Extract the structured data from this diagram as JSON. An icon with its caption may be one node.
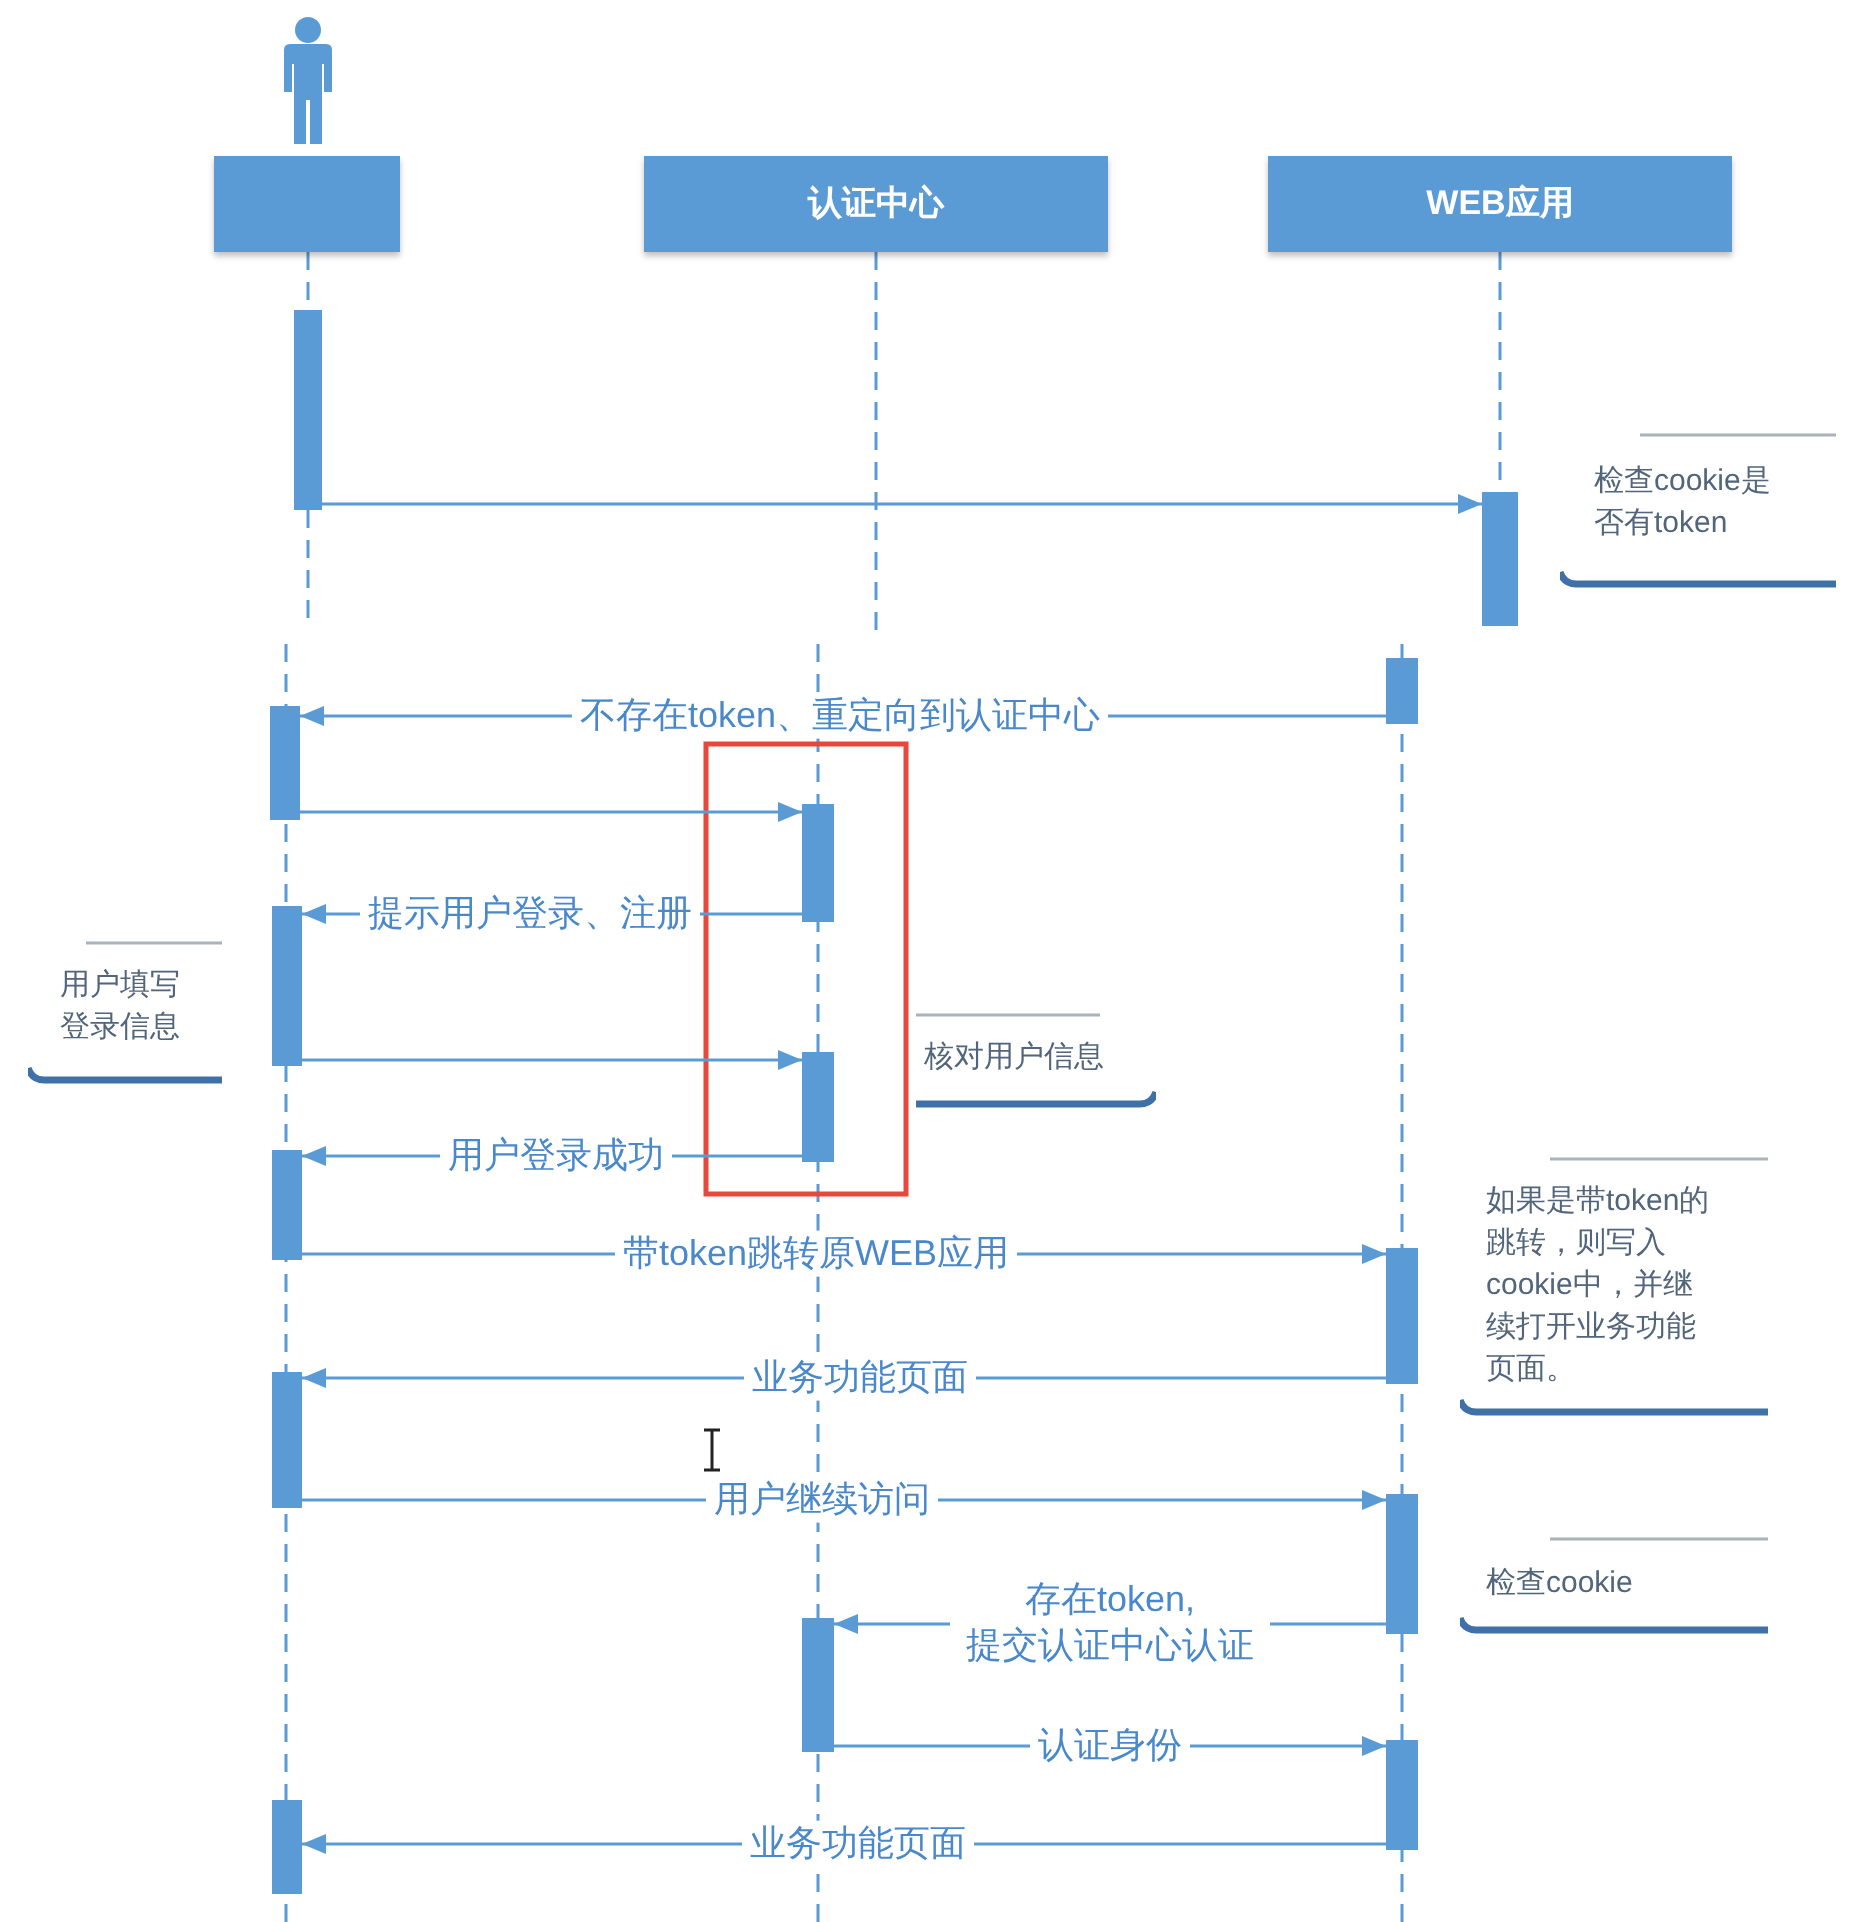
{
  "diagram": {
    "nodes": [
      {
        "text": [],
        "shape": "box"
      },
      {
        "text": [
          "认证中心"
        ]
      },
      {
        "text": [
          "WEB应用"
        ]
      },
      {
        "text": [],
        "shape": "bar"
      },
      {
        "text": [],
        "shape": "bar"
      },
      {
        "text": [
          "检查cookie是否有token"
        ]
      },
      {
        "text": [],
        "shape": "bar"
      },
      {
        "text": [],
        "shape": "bar"
      },
      {
        "text": [],
        "shape": "bar"
      },
      {
        "text": [],
        "shape": "bar"
      },
      {
        "text": [
          "用户填写登录信息"
        ]
      },
      {
        "text": [
          "核对用户信息"
        ]
      },
      {
        "text": [],
        "shape": "bar"
      },
      {
        "text": [],
        "shape": "bar"
      },
      {
        "text": [
          "如果是带token的跳转，则写入cookie中，并继续打开业务功能页面。"
        ]
      },
      {
        "text": [],
        "shape": "bar"
      },
      {
        "text": [],
        "shape": "bar"
      },
      {
        "text": [],
        "shape": "bar"
      },
      {
        "text": [
          "检查cookie"
        ]
      },
      {
        "text": [],
        "shape": "bar"
      },
      {
        "text": [],
        "shape": "bar"
      },
      {
        "text": [],
        "shape": "bar"
      }
    ],
    "edges": [
      {
        "from": 3,
        "to": 4,
        "arrow": "to"
      },
      {
        "from": 6,
        "to": 7,
        "arrow": "to",
        "label": "不存在token、重定向到认证中心"
      },
      {
        "from": 7,
        "to": 8,
        "arrow": "to"
      },
      {
        "from": 8,
        "to": 9,
        "arrow": "to",
        "label": "提示用户登录、注册"
      },
      {
        "from": 9,
        "to": 12,
        "arrow": "to"
      },
      {
        "from": 12,
        "to": 13,
        "arrow": "to",
        "label": "用户登录成功"
      },
      {
        "from": 13,
        "to": 15,
        "arrow": "to",
        "label": "带token跳转原WEB应用"
      },
      {
        "from": 15,
        "to": 16,
        "arrow": "to",
        "label": "业务功能页面"
      },
      {
        "from": 16,
        "to": 17,
        "arrow": "to",
        "label": "用户继续访问"
      },
      {
        "from": 17,
        "to": 19,
        "arrow": "to",
        "label": "存在token, 提交认证中心认证"
      },
      {
        "from": 19,
        "to": 20,
        "arrow": "to",
        "label": "认证身份"
      },
      {
        "from": 20,
        "to": 21,
        "arrow": "to",
        "label": "业务功能页面"
      },
      {
        "from": 0,
        "to": 3,
        "arrow": "none",
        "style": "dashed"
      },
      {
        "from": 2,
        "to": 4,
        "arrow": "none",
        "style": "dashed"
      }
    ]
  }
}
